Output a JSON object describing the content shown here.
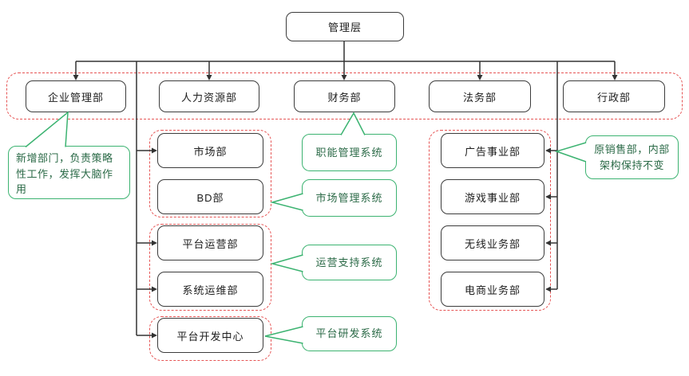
{
  "diagram": {
    "root": {
      "label": "管理层"
    },
    "top_row": [
      {
        "label": "企业管理部"
      },
      {
        "label": "人力资源部"
      },
      {
        "label": "财务部"
      },
      {
        "label": "法务部"
      },
      {
        "label": "行政部"
      }
    ],
    "left_column": [
      {
        "label": "市场部"
      },
      {
        "label": "BD部"
      },
      {
        "label": "平台运营部"
      },
      {
        "label": "系统运维部"
      },
      {
        "label": "平台开发中心"
      }
    ],
    "right_column": [
      {
        "label": "广告事业部"
      },
      {
        "label": "游戏事业部"
      },
      {
        "label": "无线业务部"
      },
      {
        "label": "电商业务部"
      }
    ],
    "system_callouts": [
      {
        "label": "职能管理系统"
      },
      {
        "label": "市场管理系统"
      },
      {
        "label": "运营支持系统"
      },
      {
        "label": "平台研发系统"
      }
    ],
    "note_callouts": [
      {
        "text": "新增部门，负责策略性工作，发挥大脑作用"
      },
      {
        "text": "原销售部，内部架构保持不变"
      }
    ],
    "colors": {
      "node_border": "#3c3c3c",
      "group_dashed_red": "#e65555",
      "callout_green": "#3cb371",
      "callout_text": "#2b6a47",
      "connector": "#333333"
    }
  }
}
